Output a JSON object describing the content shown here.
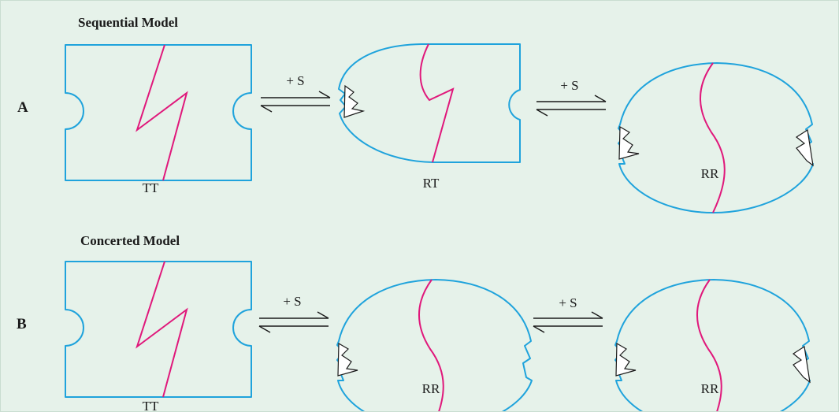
{
  "sections": {
    "sequential": {
      "title": "Sequential Model",
      "row_label": "A",
      "states": [
        "TT",
        "RT",
        "RR"
      ],
      "arrow_labels": [
        "+ S",
        "+ S"
      ]
    },
    "concerted": {
      "title": "Concerted Model",
      "row_label": "B",
      "states": [
        "TT",
        "RR",
        "RR"
      ],
      "arrow_labels": [
        "+ S",
        "+ S"
      ]
    }
  },
  "colors": {
    "background": "#e6f2ea",
    "outline": "#1fa3dc",
    "interface": "#e0187b",
    "substrate": "#ffffff"
  },
  "icons": {
    "equilibrium": "equilibrium-half-arrows",
    "square_subunit": "tense-state-subunit",
    "round_subunit": "relaxed-state-subunit",
    "substrate": "substrate-wedge"
  }
}
